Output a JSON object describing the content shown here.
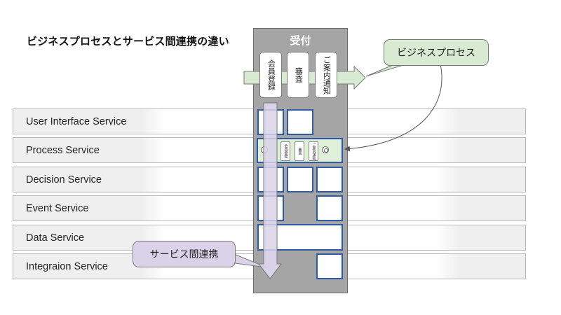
{
  "title": "ビジネスプロセスとサービス間連携の違い",
  "column": {
    "title": "受付",
    "tasks": [
      "会員登録",
      "審査",
      "ご案内通知"
    ]
  },
  "services": [
    "User Interface Service",
    "Process Service",
    "Decision Service",
    "Event Service",
    "Data Service",
    "Integraion Service"
  ],
  "process_box": {
    "tasks": [
      "会員登録",
      "審査",
      "ご案内通知"
    ]
  },
  "callouts": {
    "business_process": "ビジネスプロセス",
    "service_integration": "サービス間連携"
  },
  "colors": {
    "process_green": "#d9ead3",
    "integration_purple": "#d9d2e9",
    "service_box_blue": "#2f5aa8",
    "column_gray": "#a5a5a5",
    "row_gray": "#efefef"
  }
}
